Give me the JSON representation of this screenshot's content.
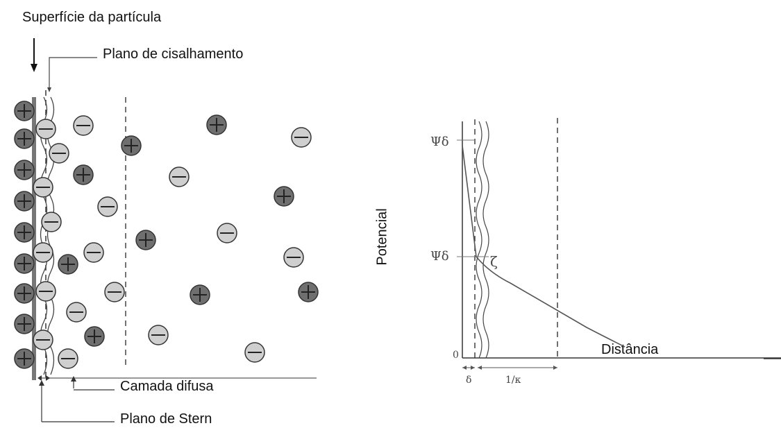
{
  "labels": {
    "particle_surface": "Superfície da partícula",
    "shear_plane": "Plano de cisalhamento",
    "diffuse_layer": "Camada difusa",
    "stern_plane": "Plano de Stern",
    "potential_axis": "Potencial",
    "distance_axis": "Distância"
  },
  "graph": {
    "psi_0": "Ψδ",
    "psi_delta": "Ψδ",
    "zeta": "ζ",
    "origin": "0",
    "delta": "δ",
    "debye_length": "1/κ"
  },
  "ions": {
    "surface_charge": "positive",
    "positive_color": "#6f6f6f",
    "negative_color": "#cfcfcf"
  }
}
